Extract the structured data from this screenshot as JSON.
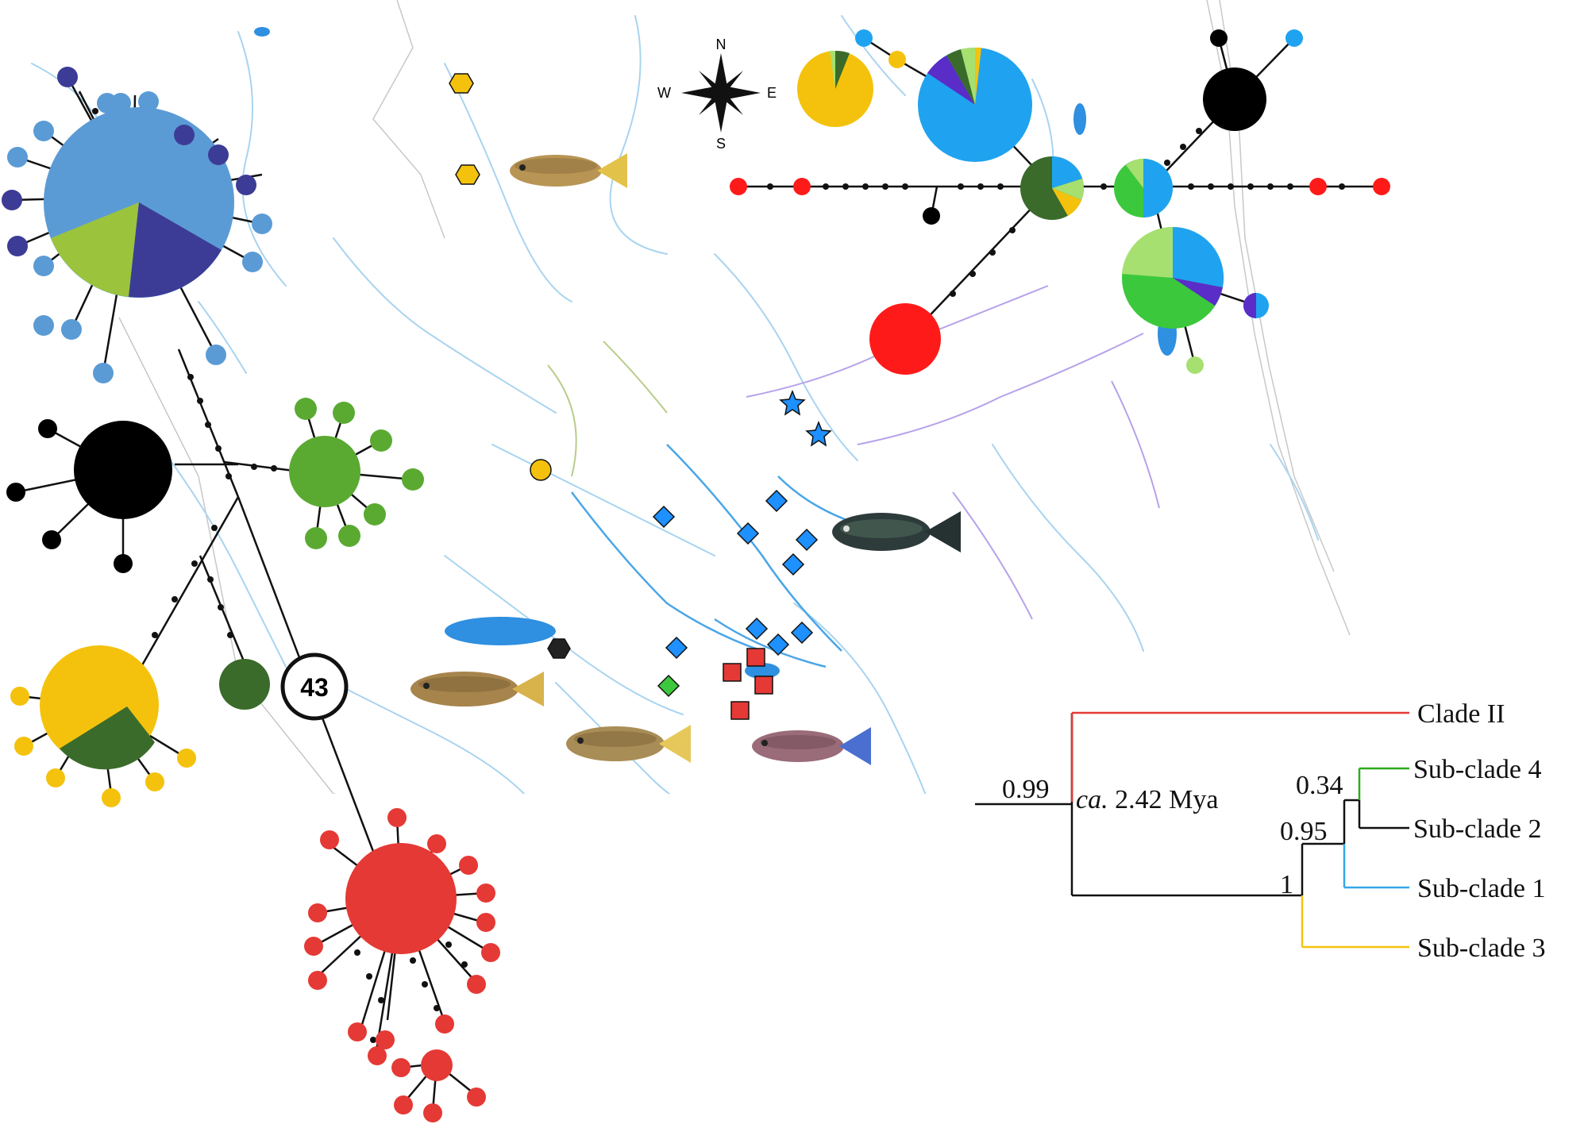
{
  "compass": {
    "n": "N",
    "s": "S",
    "e": "E",
    "w": "W"
  },
  "network_badge": {
    "value": "43"
  },
  "tree": {
    "clades": [
      "Clade II",
      "Sub-clade 4",
      "Sub-clade 2",
      "Sub-clade 1",
      "Sub-clade 3"
    ],
    "support": [
      "0.99",
      "0.34",
      "0.95",
      "1"
    ],
    "age_prefix": "ca.",
    "age_value": " 2.42 Mya"
  },
  "colors": {
    "clade2_red": "#e53935",
    "subclade4_green": "#2eaa1e",
    "subclade2_black": "#000000",
    "subclade1_blue": "#35a7e8",
    "subclade3_yellow": "#f4c20d",
    "river": "#a9d4f0",
    "lake": "#2f8fe0",
    "pop_blue": "#5b9bd5",
    "pop_navy": "#3c3c96",
    "pop_lime": "#9bc43c",
    "pop_green": "#5aaa32",
    "pop_dkgreen": "#3a6b2a",
    "pop_violet": "#5a2cc8",
    "pop_sky": "#1fa3f0",
    "pop_lightgreen": "#a6e070"
  },
  "icons": {
    "compass": "compass-rose-icon",
    "fish": "fish-photo-icon",
    "diamond": "diamond-marker-icon",
    "square": "square-marker-icon",
    "star": "star-marker-icon",
    "hexagon": "hexagon-marker-icon",
    "circle": "circle-marker-icon"
  }
}
